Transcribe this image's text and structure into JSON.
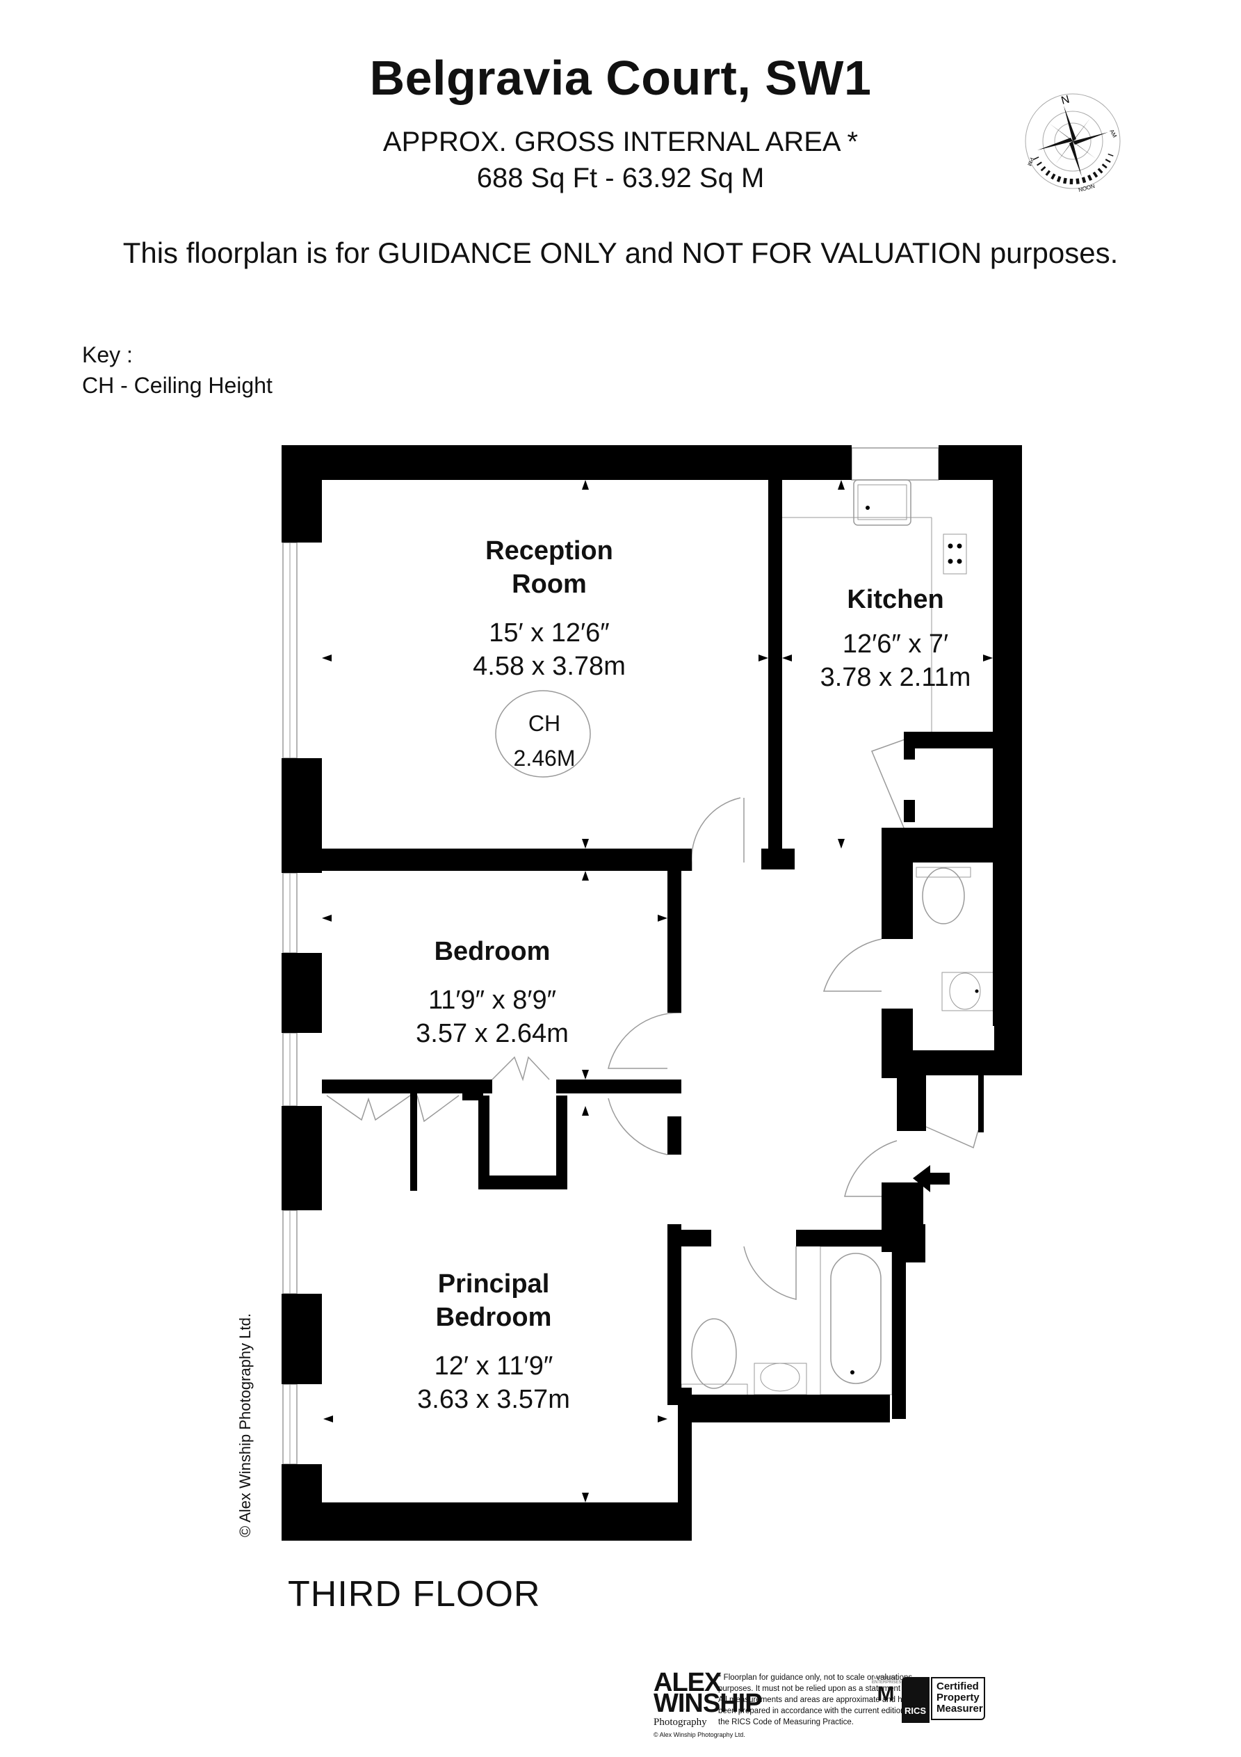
{
  "header": {
    "title": "Belgravia Court, SW1",
    "area_label": "APPROX. GROSS INTERNAL  AREA *",
    "area_value": "688 Sq Ft  -  63.92 Sq M",
    "disclaimer": "This floorplan is for GUIDANCE ONLY and NOT FOR VALUATION purposes."
  },
  "compass": {
    "north_label": "N",
    "am_label": "AM",
    "pm_label": "PM",
    "noon_label": "NOON"
  },
  "key": {
    "heading": "Key :",
    "entries": [
      "CH - Ceiling Height"
    ]
  },
  "rooms": [
    {
      "id": "reception",
      "name_line1": "Reception",
      "name_line2": "Room",
      "imperial": "15′ x 12′6″",
      "metric": "4.58 x 3.78m",
      "ceiling_label": "CH",
      "ceiling_height": "2.46M"
    },
    {
      "id": "kitchen",
      "name_line1": "Kitchen",
      "name_line2": "",
      "imperial": "12′6″ x 7′",
      "metric": "3.78 x 2.11m"
    },
    {
      "id": "bedroom",
      "name_line1": "Bedroom",
      "name_line2": "",
      "imperial": "11′9″ x 8′9″",
      "metric": "3.57 x 2.64m"
    },
    {
      "id": "principal-bedroom",
      "name_line1": "Principal",
      "name_line2": "Bedroom",
      "imperial": "12′ x 11′9″",
      "metric": "3.63 x 3.57m"
    }
  ],
  "floor_label": "THIRD FLOOR",
  "copyright_vertical": "© Alex Winship Photography Ltd.",
  "footer": {
    "logo_line1": "ALEX",
    "logo_line2": "WINSHIP",
    "logo_sub": "Photography",
    "logo_copyright": "© Alex Winship Photography Ltd.",
    "fine_print": "* Floorplan for guidance only, not to scale or valuations purposes. It must not be relied upon as a statement of fact. All measurements and areas are approximate and have been prepared in accordance with the current edition of the RICS Code of Measuring Practice.",
    "maygrove_line1": "MAYGROVE",
    "maygrove_line2": "ENTERPRISES",
    "maygrove_mark": "M",
    "rics_label": "RICS",
    "rics_cert": "Certified Property Measurer"
  },
  "colors": {
    "wall": "#000000",
    "fixture_line": "#9a9a9a",
    "background": "#ffffff"
  }
}
